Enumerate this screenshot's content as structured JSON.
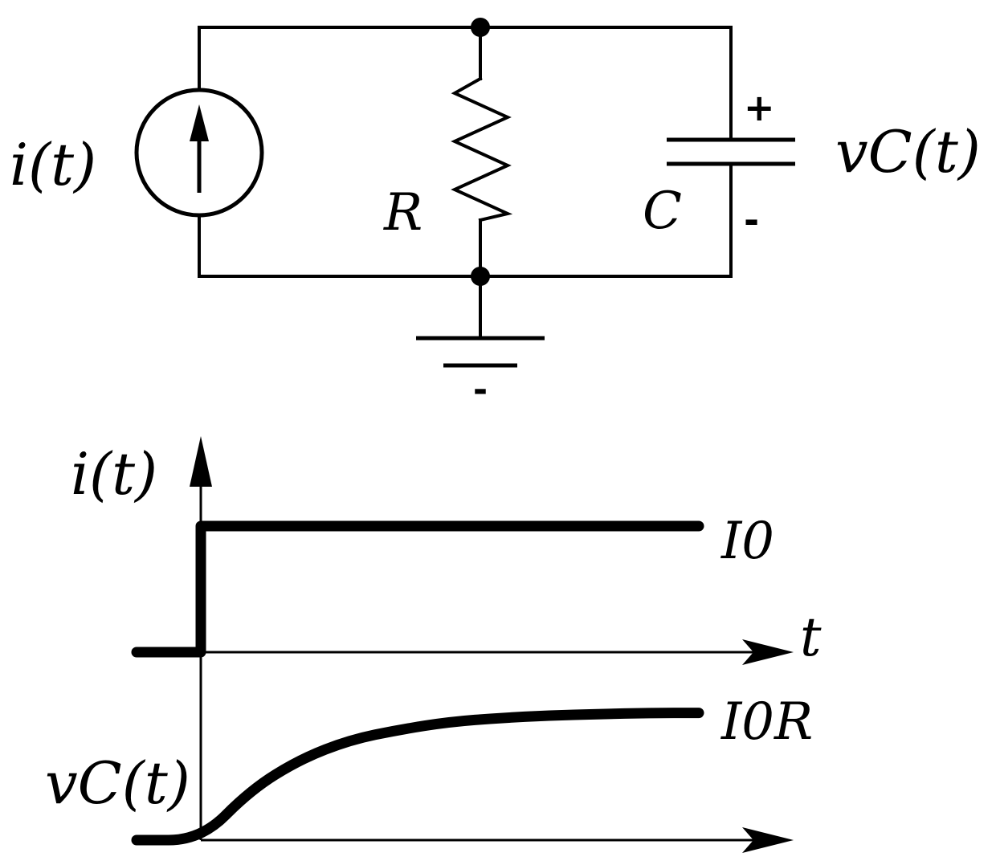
{
  "circuit": {
    "source_label": "i(t)",
    "resistor_label": "R",
    "capacitor_label": "C",
    "capacitor_voltage_label": "vC(t)",
    "plus_sign": "+",
    "minus_sign": "-",
    "ground_minus": "-"
  },
  "plots": {
    "current_axis_label": "i(t)",
    "current_level_label": "I0",
    "time_axis_label": "t",
    "voltage_axis_label": "vC(t)",
    "voltage_level_label": "I0R"
  },
  "chart_data": [
    {
      "type": "line",
      "series": [
        {
          "x": [
            -1,
            0,
            0,
            5
          ],
          "y": [
            0,
            0,
            1,
            1
          ]
        }
      ],
      "annotations": [
        "I0"
      ],
      "ylabel": "i(t)",
      "xlabel": "t"
    },
    {
      "type": "line",
      "series": [
        {
          "x": [
            -1,
            0,
            0.5,
            1,
            1.5,
            2,
            2.5,
            3,
            3.5,
            4,
            4.5,
            5
          ],
          "y": [
            0,
            0,
            0.39,
            0.63,
            0.78,
            0.86,
            0.92,
            0.95,
            0.97,
            0.98,
            0.99,
            0.99
          ]
        }
      ],
      "annotations": [
        "I0R"
      ],
      "ylabel": "vC(t)"
    }
  ]
}
